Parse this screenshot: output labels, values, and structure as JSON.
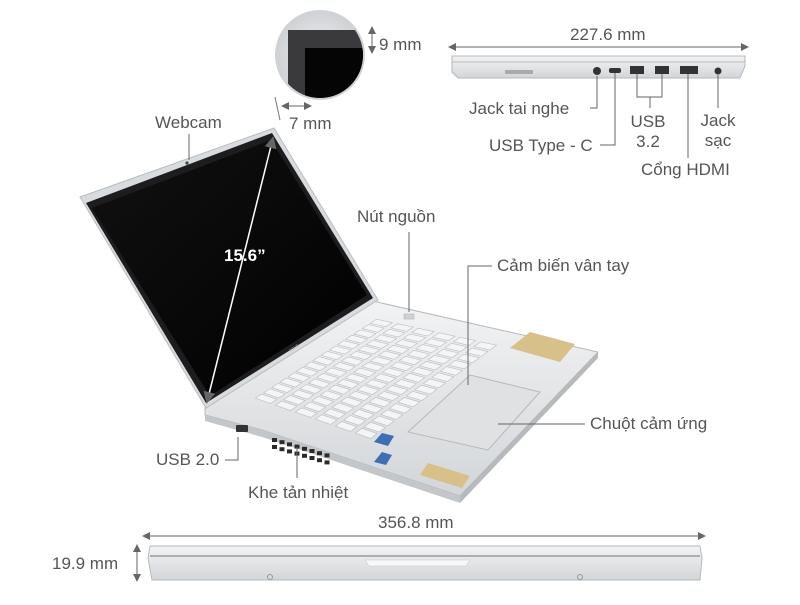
{
  "colors": {
    "label_text": "#555555",
    "leader_line": "#666666",
    "chassis_silver": "#e4e6e8",
    "screen_black": "#050505",
    "bezel_dark": "#2a2a2c",
    "key_white": "#f4f5f6",
    "sticker_gold": "#d8c089"
  },
  "labels": {
    "webcam": "Webcam",
    "screen_size": "15.6”",
    "bezel_top": "9 mm",
    "bezel_side": "7 mm",
    "power_button": "Nút nguồn",
    "fingerprint": "Cảm biến vân tay",
    "touchpad": "Chuột cảm ứng",
    "usb2": "USB 2.0",
    "vents": "Khe tản nhiệt",
    "side_depth": "227.6 mm",
    "headphone_jack": "Jack tai nghe",
    "usb_c": "USB Type - C",
    "usb32_line1": "USB",
    "usb32_line2": "3.2",
    "hdmi": "Cổng HDMI",
    "charge_line1": "Jack",
    "charge_line2": "sạc",
    "width": "356.8 mm",
    "thickness": "19.9 mm"
  }
}
